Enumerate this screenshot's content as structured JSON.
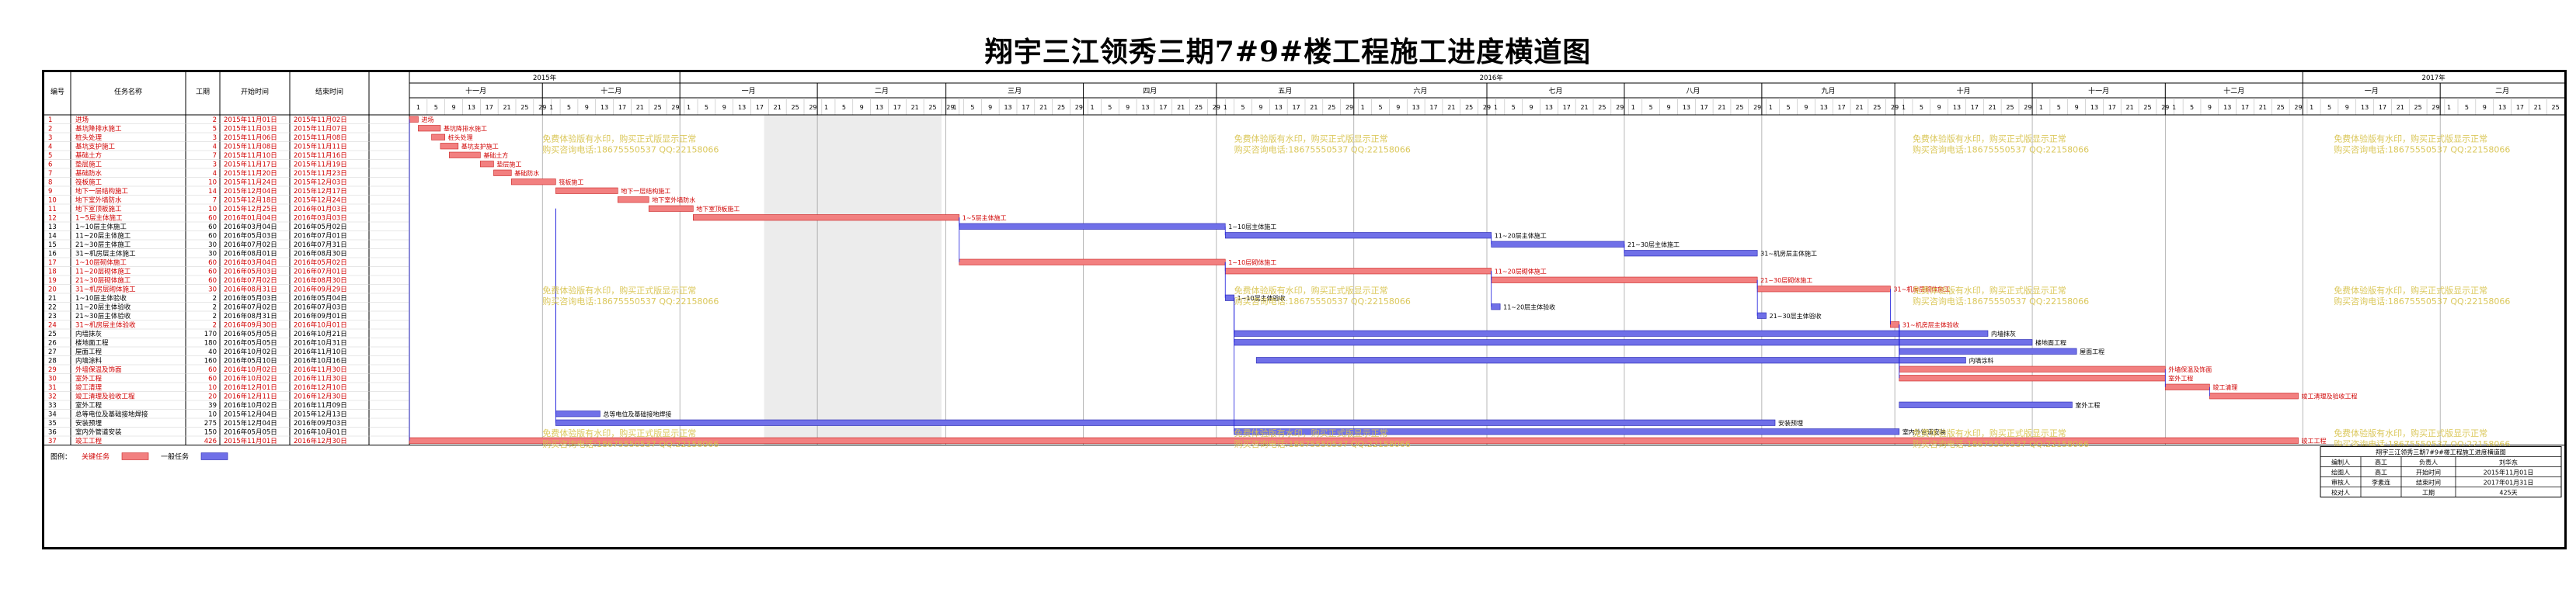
{
  "title": "翔宇三江领秀三期7#9#楼工程施工进度横道图",
  "header": {
    "id": "编号",
    "name": "任务名称",
    "days": "工期",
    "start": "开始时间",
    "end": "结束时间"
  },
  "years": [
    {
      "label": "2015年",
      "from": "2015-11-01",
      "to": "2015-12-31"
    },
    {
      "label": "2016年",
      "from": "2016-01-01",
      "to": "2016-12-31"
    },
    {
      "label": "2017年",
      "from": "2017-01-01",
      "to": "2017-02-28"
    }
  ],
  "months": [
    {
      "label": "十一月",
      "from": "2015-11-01",
      "to": "2015-11-30"
    },
    {
      "label": "十二月",
      "from": "2015-12-01",
      "to": "2015-12-31"
    },
    {
      "label": "一月",
      "from": "2016-01-01",
      "to": "2016-01-31"
    },
    {
      "label": "二月",
      "from": "2016-02-01",
      "to": "2016-02-29"
    },
    {
      "label": "三月",
      "from": "2016-03-01",
      "to": "2016-03-31"
    },
    {
      "label": "四月",
      "from": "2016-04-01",
      "to": "2016-04-30"
    },
    {
      "label": "五月",
      "from": "2016-05-01",
      "to": "2016-05-31"
    },
    {
      "label": "六月",
      "from": "2016-06-01",
      "to": "2016-06-30"
    },
    {
      "label": "七月",
      "from": "2016-07-01",
      "to": "2016-07-31"
    },
    {
      "label": "八月",
      "from": "2016-08-01",
      "to": "2016-08-31"
    },
    {
      "label": "九月",
      "from": "2016-09-01",
      "to": "2016-09-30"
    },
    {
      "label": "十月",
      "from": "2016-10-01",
      "to": "2016-10-31"
    },
    {
      "label": "十一月",
      "from": "2016-11-01",
      "to": "2016-11-30"
    },
    {
      "label": "十二月",
      "from": "2016-12-01",
      "to": "2016-12-31"
    },
    {
      "label": "一月",
      "from": "2017-01-01",
      "to": "2017-01-31"
    },
    {
      "label": "二月",
      "from": "2017-02-01",
      "to": "2017-02-28"
    }
  ],
  "shaded_period": {
    "from": "2016-01-20",
    "to": "2016-02-28"
  },
  "watermark": {
    "line1": "免费体验版有水印，购买正式版显示正常",
    "line2": "购买咨询电话:18675550537 QQ:22158066",
    "columns": [
      "2015-12-01",
      "2016-05-05",
      "2016-10-05",
      "2017-01-08"
    ],
    "rows": [
      3,
      20,
      36
    ]
  },
  "tasks": [
    {
      "id": "1",
      "name": "进场",
      "days": "2",
      "start": "2015年11月01日",
      "end": "2015年11月02日",
      "critical": true,
      "s": "2015-11-01",
      "e": "2015-11-02",
      "label": "进场"
    },
    {
      "id": "2",
      "name": "基坑降排水施工",
      "days": "5",
      "start": "2015年11月03日",
      "end": "2015年11月07日",
      "critical": true,
      "s": "2015-11-03",
      "e": "2015-11-07",
      "label": "基坑降排水施工"
    },
    {
      "id": "3",
      "name": "桩头处理",
      "days": "3",
      "start": "2015年11月06日",
      "end": "2015年11月08日",
      "critical": true,
      "s": "2015-11-06",
      "e": "2015-11-08",
      "label": "桩头处理"
    },
    {
      "id": "4",
      "name": "基坑支护施工",
      "days": "4",
      "start": "2015年11月08日",
      "end": "2015年11月11日",
      "critical": true,
      "s": "2015-11-08",
      "e": "2015-11-11",
      "label": "基坑支护施工"
    },
    {
      "id": "5",
      "name": "基础土方",
      "days": "7",
      "start": "2015年11月10日",
      "end": "2015年11月16日",
      "critical": true,
      "s": "2015-11-10",
      "e": "2015-11-16",
      "label": "基础土方"
    },
    {
      "id": "6",
      "name": "垫层施工",
      "days": "3",
      "start": "2015年11月17日",
      "end": "2015年11月19日",
      "critical": true,
      "s": "2015-11-17",
      "e": "2015-11-19",
      "label": "垫层施工"
    },
    {
      "id": "7",
      "name": "基础防水",
      "days": "4",
      "start": "2015年11月20日",
      "end": "2015年11月23日",
      "critical": true,
      "s": "2015-11-20",
      "e": "2015-11-23",
      "label": "基础防水"
    },
    {
      "id": "8",
      "name": "筏板施工",
      "days": "10",
      "start": "2015年11月24日",
      "end": "2015年12月03日",
      "critical": true,
      "s": "2015-11-24",
      "e": "2015-12-03",
      "label": "筏板施工"
    },
    {
      "id": "9",
      "name": "地下一层结构施工",
      "days": "14",
      "start": "2015年12月04日",
      "end": "2015年12月17日",
      "critical": true,
      "s": "2015-12-04",
      "e": "2015-12-17",
      "label": "地下一层结构施工"
    },
    {
      "id": "10",
      "name": "地下室外墙防水",
      "days": "7",
      "start": "2015年12月18日",
      "end": "2015年12月24日",
      "critical": true,
      "s": "2015-12-18",
      "e": "2015-12-24",
      "label": "地下室外墙防水"
    },
    {
      "id": "11",
      "name": "地下室顶板施工",
      "days": "10",
      "start": "2015年12月25日",
      "end": "2016年01月03日",
      "critical": true,
      "s": "2015-12-25",
      "e": "2016-01-03",
      "label": "地下室顶板施工"
    },
    {
      "id": "12",
      "name": "1~5层主体施工",
      "days": "60",
      "start": "2016年01月04日",
      "end": "2016年03月03日",
      "critical": true,
      "s": "2016-01-04",
      "e": "2016-03-03",
      "label": "1~5层主体施工"
    },
    {
      "id": "13",
      "name": "1~10层主体施工",
      "days": "60",
      "start": "2016年03月04日",
      "end": "2016年05月02日",
      "critical": false,
      "s": "2016-03-04",
      "e": "2016-05-02",
      "label": "1~10层主体施工"
    },
    {
      "id": "14",
      "name": "11~20层主体施工",
      "days": "60",
      "start": "2016年05月03日",
      "end": "2016年07月01日",
      "critical": false,
      "s": "2016-05-03",
      "e": "2016-07-01",
      "label": "11~20层主体施工"
    },
    {
      "id": "15",
      "name": "21~30层主体施工",
      "days": "30",
      "start": "2016年07月02日",
      "end": "2016年07月31日",
      "critical": false,
      "s": "2016-07-02",
      "e": "2016-07-31",
      "label": "21~30层主体施工"
    },
    {
      "id": "16",
      "name": "31~机房层主体施工",
      "days": "30",
      "start": "2016年08月01日",
      "end": "2016年08月30日",
      "critical": false,
      "s": "2016-08-01",
      "e": "2016-08-30",
      "label": "31~机房层主体施工"
    },
    {
      "id": "17",
      "name": "1~10层砌体施工",
      "days": "60",
      "start": "2016年03月04日",
      "end": "2016年05月02日",
      "critical": true,
      "s": "2016-03-04",
      "e": "2016-05-02",
      "label": "1~10层砌体施工"
    },
    {
      "id": "18",
      "name": "11~20层砌体施工",
      "days": "60",
      "start": "2016年05月03日",
      "end": "2016年07月01日",
      "critical": true,
      "s": "2016-05-03",
      "e": "2016-07-01",
      "label": "11~20层砌体施工"
    },
    {
      "id": "19",
      "name": "21~30层砌体施工",
      "days": "60",
      "start": "2016年07月02日",
      "end": "2016年08月30日",
      "critical": true,
      "s": "2016-07-02",
      "e": "2016-08-30",
      "label": "21~30层砌体施工"
    },
    {
      "id": "20",
      "name": "31~机房层砌体施工",
      "days": "30",
      "start": "2016年08月31日",
      "end": "2016年09月29日",
      "critical": true,
      "s": "2016-08-31",
      "e": "2016-09-29",
      "label": "31~机房层砌体施工"
    },
    {
      "id": "21",
      "name": "1~10层主体验收",
      "days": "2",
      "start": "2016年05月03日",
      "end": "2016年05月04日",
      "critical": false,
      "s": "2016-05-03",
      "e": "2016-05-04",
      "label": "1~10层主体验收"
    },
    {
      "id": "22",
      "name": "11~20层主体验收",
      "days": "2",
      "start": "2016年07月02日",
      "end": "2016年07月03日",
      "critical": false,
      "s": "2016-07-02",
      "e": "2016-07-03",
      "label": "11~20层主体验收"
    },
    {
      "id": "23",
      "name": "21~30层主体验收",
      "days": "2",
      "start": "2016年08月31日",
      "end": "2016年09月01日",
      "critical": false,
      "s": "2016-08-31",
      "e": "2016-09-01",
      "label": "21~30层主体验收"
    },
    {
      "id": "24",
      "name": "31~机房层主体验收",
      "days": "2",
      "start": "2016年09月30日",
      "end": "2016年10月01日",
      "critical": true,
      "s": "2016-09-30",
      "e": "2016-10-01",
      "label": "31~机房层主体验收"
    },
    {
      "id": "25",
      "name": "内墙抹灰",
      "days": "170",
      "start": "2016年05月05日",
      "end": "2016年10月21日",
      "critical": false,
      "s": "2016-05-05",
      "e": "2016-10-21",
      "label": "内墙抹灰"
    },
    {
      "id": "26",
      "name": "楼地面工程",
      "days": "180",
      "start": "2016年05月05日",
      "end": "2016年10月31日",
      "critical": false,
      "s": "2016-05-05",
      "e": "2016-10-31",
      "label": "楼地面工程"
    },
    {
      "id": "27",
      "name": "屋面工程",
      "days": "40",
      "start": "2016年10月02日",
      "end": "2016年11月10日",
      "critical": false,
      "s": "2016-10-02",
      "e": "2016-11-10",
      "label": "屋面工程"
    },
    {
      "id": "28",
      "name": "内墙涂料",
      "days": "160",
      "start": "2016年05月10日",
      "end": "2016年10月16日",
      "critical": false,
      "s": "2016-05-10",
      "e": "2016-10-16",
      "label": "内墙涂料"
    },
    {
      "id": "29",
      "name": "外墙保温及饰面",
      "days": "60",
      "start": "2016年10月02日",
      "end": "2016年11月30日",
      "critical": true,
      "s": "2016-10-02",
      "e": "2016-11-30",
      "label": "外墙保温及饰面"
    },
    {
      "id": "30",
      "name": "室外工程",
      "days": "60",
      "start": "2016年10月02日",
      "end": "2016年11月30日",
      "critical": true,
      "s": "2016-10-02",
      "e": "2016-11-30",
      "label": "室外工程"
    },
    {
      "id": "31",
      "name": "竣工清理",
      "days": "10",
      "start": "2016年12月01日",
      "end": "2016年12月10日",
      "critical": true,
      "s": "2016-12-01",
      "e": "2016-12-10",
      "label": "竣工清理"
    },
    {
      "id": "32",
      "name": "竣工清理及验收工程",
      "days": "20",
      "start": "2016年12月11日",
      "end": "2016年12月30日",
      "critical": true,
      "s": "2016-12-11",
      "e": "2016-12-30",
      "label": "竣工清理及验收工程"
    },
    {
      "id": "33",
      "name": "室外工程",
      "days": "39",
      "start": "2016年10月02日",
      "end": "2016年11月09日",
      "critical": false,
      "s": "2016-10-02",
      "e": "2016-11-09",
      "label": "室外工程"
    },
    {
      "id": "34",
      "name": "总等电位及基础接地焊接",
      "days": "10",
      "start": "2015年12月04日",
      "end": "2015年12月13日",
      "critical": false,
      "s": "2015-12-04",
      "e": "2015-12-13",
      "label": "总等电位及基础接地焊接"
    },
    {
      "id": "35",
      "name": "安装预埋",
      "days": "275",
      "start": "2015年12月04日",
      "end": "2016年09月03日",
      "critical": false,
      "s": "2015-12-04",
      "e": "2016-09-03",
      "label": "安装预埋"
    },
    {
      "id": "36",
      "name": "室内外管道安装",
      "days": "150",
      "start": "2016年05月05日",
      "end": "2016年10月01日",
      "critical": false,
      "s": "2016-05-05",
      "e": "2016-10-01",
      "label": "室内外管道安装"
    },
    {
      "id": "37",
      "name": "竣工工程",
      "days": "426",
      "start": "2015年11月01日",
      "end": "2016年12月30日",
      "critical": true,
      "s": "2015-11-01",
      "e": "2016-12-30",
      "label": "竣工工程"
    }
  ],
  "legend": {
    "label": "图例：",
    "critical": "关键任务",
    "normal": "一般任务"
  },
  "info_table": {
    "top": "翔宇三江领秀三期7#9#楼工程施工进度横道图",
    "rows": [
      [
        "编制人",
        "高工",
        "负责人",
        "刘华东"
      ],
      [
        "绘图人",
        "高工",
        "开始时间",
        "2015年11月01日"
      ],
      [
        "审核人",
        "李素连",
        "结束时间",
        "2017年01月31日"
      ],
      [
        "校对人",
        "",
        "工期",
        "425天"
      ]
    ]
  },
  "colors": {
    "critical": "#f28080",
    "critical_border": "#c82020",
    "normal": "#7070e8",
    "normal_border": "#2020b0",
    "critical_text": "#d00000",
    "link": "#1a1adc",
    "watermark": "#d7c24a",
    "shade": "#ececec"
  }
}
